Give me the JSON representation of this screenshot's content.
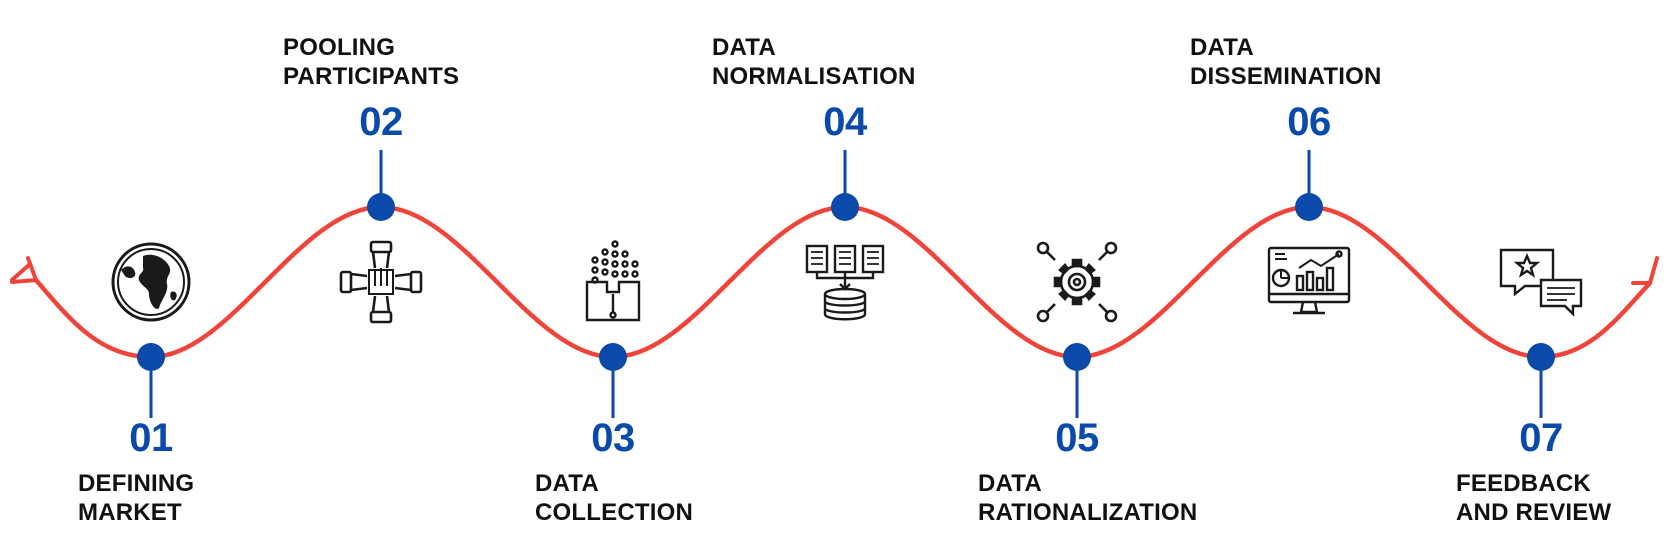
{
  "colors": {
    "wave": "#f0443a",
    "dot": "#0a4aa8",
    "stem": "#0a4aa8",
    "number": "#0a4aa8",
    "label": "#111111",
    "icon": "#1a1a1a"
  },
  "steps": [
    {
      "number": "01",
      "title_line1": "DEFINING",
      "title_line2": "MARKET",
      "icon": "globe-icon"
    },
    {
      "number": "02",
      "title_line1": "POOLING",
      "title_line2": "PARTICIPANTS",
      "icon": "teamwork-hands-icon"
    },
    {
      "number": "03",
      "title_line1": "DATA",
      "title_line2": "COLLECTION",
      "icon": "data-collection-icon"
    },
    {
      "number": "04",
      "title_line1": "DATA",
      "title_line2": "NORMALISATION",
      "icon": "database-merge-icon"
    },
    {
      "number": "05",
      "title_line1": "DATA",
      "title_line2": "RATIONALIZATION",
      "icon": "gear-network-icon"
    },
    {
      "number": "06",
      "title_line1": "DATA",
      "title_line2": "DISSEMINATION",
      "icon": "analytics-monitor-icon"
    },
    {
      "number": "07",
      "title_line1": "FEEDBACK",
      "title_line2": "AND REVIEW",
      "icon": "feedback-chat-icon"
    }
  ]
}
